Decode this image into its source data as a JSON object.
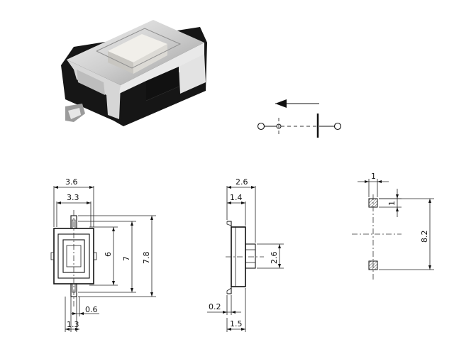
{
  "dimensions": {
    "front_width_outer": "3.6",
    "front_width_inner": "3.3",
    "front_height_inner": "6",
    "front_height_mid": "7",
    "front_height_total": "7.8",
    "front_terminal_offset": "0.6",
    "front_terminal_width": "1.3",
    "side_depth_total": "2.6",
    "side_depth_base": "1.4",
    "side_actuator_height": "2.6",
    "side_terminal_thickness": "0.2",
    "side_base_width": "1.5",
    "pad_size_w": "1",
    "pad_size_h": "1",
    "pad_pitch": "8.2"
  },
  "colors": {
    "body_black": "#1a1a1a",
    "metal": "#cfcfcf",
    "actuator": "#dcdad5",
    "line": "#111111"
  }
}
